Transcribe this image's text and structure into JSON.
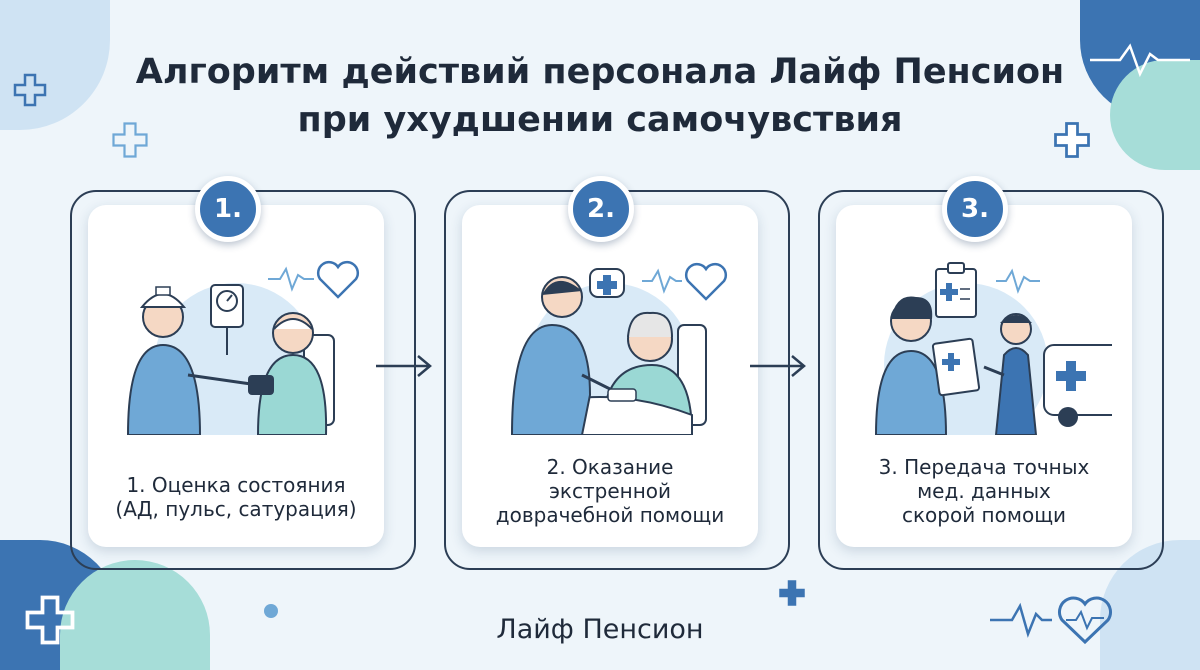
{
  "title": {
    "line1": "Алгоритм действий персонала Лайф Пенсион",
    "line2": "при ухудшении самочувствия"
  },
  "steps": [
    {
      "badge": "1.",
      "text": "1. Оценка состояния\n(АД, пульс, сатурация)",
      "icon": "nurse-measuring-blood-pressure"
    },
    {
      "badge": "2.",
      "text": "2. Оказание\nэкстренной\nдоврачебной помощи",
      "icon": "nurse-assisting-patient"
    },
    {
      "badge": "3.",
      "text": "3. Передача точных\nмед. данных\nскорой помощи",
      "icon": "nurse-handing-report-to-paramedic"
    }
  ],
  "footer": "Лайф Пенсион",
  "colors": {
    "accent": "#3c74b2",
    "dark": "#2c3e55",
    "light_blue": "#cfe3f3",
    "teal": "#9ad8d4",
    "background": "#eef5fa"
  }
}
